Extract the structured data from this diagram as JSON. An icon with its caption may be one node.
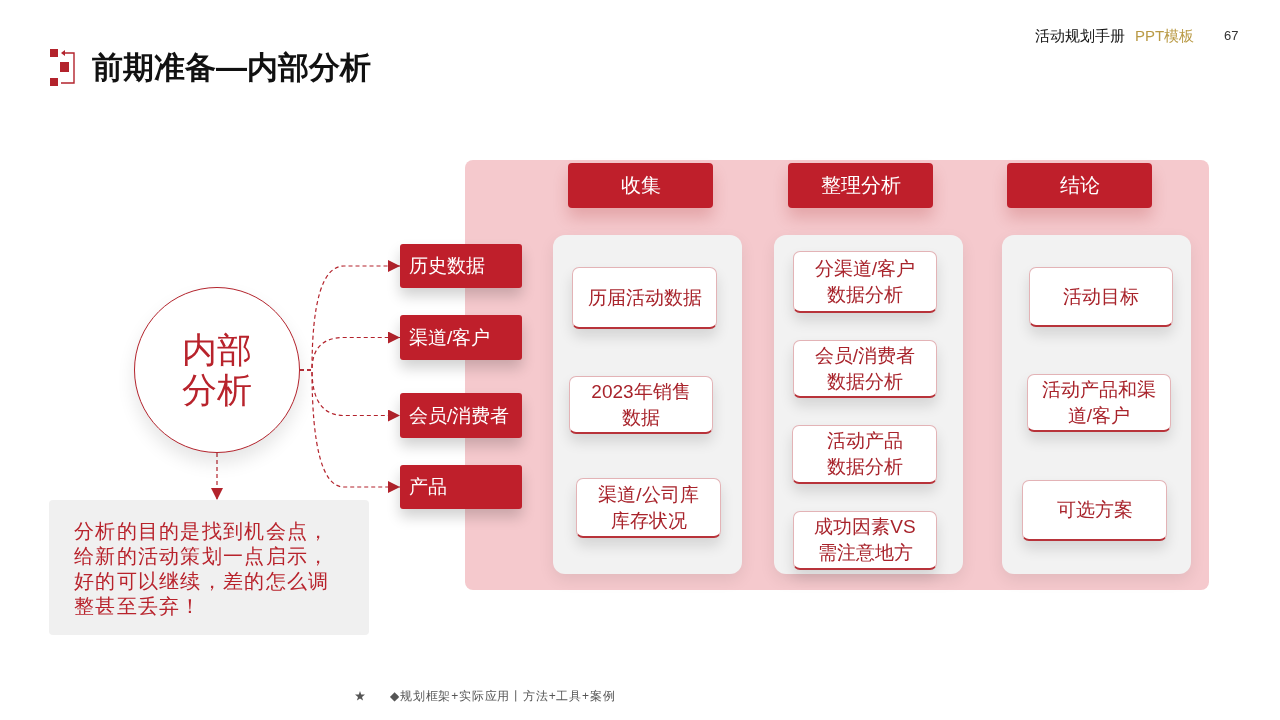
{
  "diagram": {
    "title": "前期准备—内部分析",
    "nodes": [
      {
        "text": [
          "内部分析"
        ]
      },
      {
        "text": [
          "历史数据"
        ]
      },
      {
        "text": [
          "渠道/客户"
        ]
      },
      {
        "text": [
          "会员/消费者"
        ]
      },
      {
        "text": [
          "产品"
        ]
      },
      {
        "text": [
          "分析的目的是找到机会点，给新的活动策划一点启示，好的可以继续，差的怎么调整甚至丢弃！"
        ]
      },
      {
        "text": [],
        "shape": "box"
      },
      {
        "text": [
          "收集"
        ],
        "in": 6
      },
      {
        "text": [
          "整理分析"
        ],
        "in": 6
      },
      {
        "text": [
          "结论"
        ],
        "in": 6
      },
      {
        "text": [],
        "shape": "box",
        "in": 6
      },
      {
        "text": [
          "历届活动数据"
        ],
        "in": 10
      },
      {
        "text": [
          "2023年销售数据"
        ],
        "in": 10
      },
      {
        "text": [
          "渠道/公司库库存状况"
        ],
        "in": 10
      },
      {
        "text": [],
        "shape": "box",
        "in": 6
      },
      {
        "text": [
          "分渠道/客户数据分析"
        ],
        "in": 14
      },
      {
        "text": [
          "会员/消费者数据分析"
        ],
        "in": 14
      },
      {
        "text": [
          "活动产品数据分析"
        ],
        "in": 14
      },
      {
        "text": [
          "成功因素VS需注意地方"
        ],
        "in": 14
      },
      {
        "text": [],
        "shape": "box",
        "in": 6
      },
      {
        "text": [
          "活动目标"
        ],
        "in": 19
      },
      {
        "text": [
          "活动产品和渠道/客户"
        ],
        "in": 19
      },
      {
        "text": [
          "可选方案"
        ],
        "in": 19
      }
    ],
    "edges": [
      {
        "from": 0,
        "to": 1,
        "arrow": "to",
        "style": "dashed"
      },
      {
        "from": 0,
        "to": 2,
        "arrow": "to",
        "style": "dashed"
      },
      {
        "from": 0,
        "to": 3,
        "arrow": "to",
        "style": "dashed"
      },
      {
        "from": 0,
        "to": 4,
        "arrow": "to",
        "style": "dashed"
      },
      {
        "from": 0,
        "to": 5,
        "arrow": "to",
        "style": "dashed"
      }
    ],
    "labels": [
      "活动规划手册",
      "PPT模板",
      "67",
      "◆规划框架+实际应用丨方法+工具+案例"
    ]
  }
}
